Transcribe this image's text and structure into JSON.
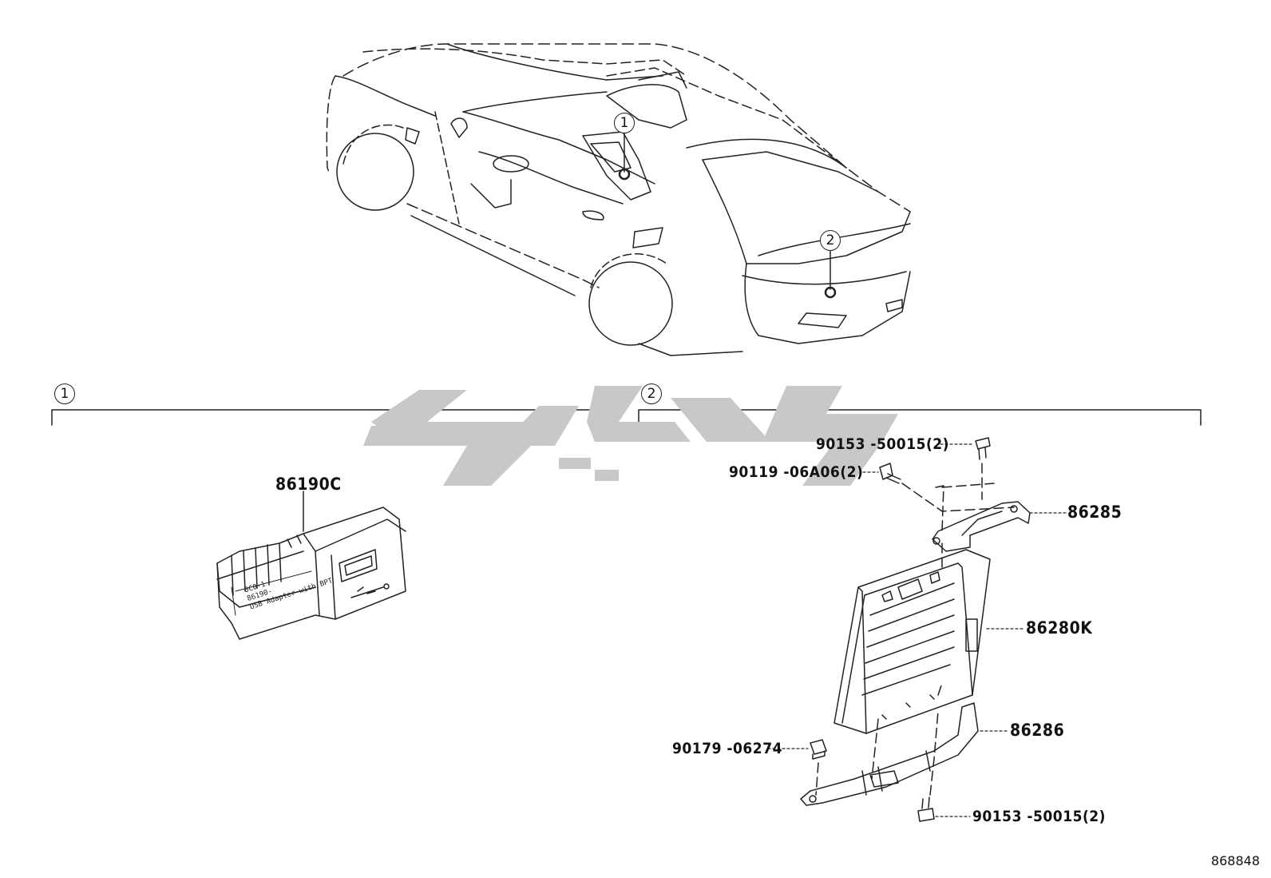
{
  "diagram_id": "868848",
  "section_markers": [
    "1",
    "2"
  ],
  "callouts": {
    "usb_adapter": "86190C",
    "bracket_upper": "86285",
    "amplifier": "86280K",
    "bracket_lower": "86286",
    "bolt_top": "90153 -50015(2)",
    "screw": "90119 -06A06(2)",
    "nut": "90179 -06274",
    "bolt_bottom": "90153 -50015(2)"
  },
  "usb_label_text": [
    "0C0-1",
    "86190-",
    "USB Adapter with BPT"
  ],
  "watermark_color": "#c8c8c8"
}
